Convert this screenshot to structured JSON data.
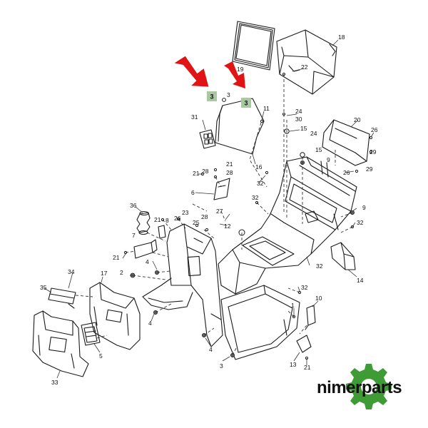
{
  "brand": {
    "name": "nimerparts",
    "gear_color": "#3f9b35",
    "text_color": "#111111"
  },
  "highlight": {
    "arrow_color": "#e01414",
    "tag_color": "#a8c8a0",
    "tags": [
      "3",
      "3"
    ]
  },
  "callouts": [
    "18",
    "19",
    "22",
    "3",
    "11",
    "31",
    "16",
    "24",
    "30",
    "15",
    "24",
    "15",
    "20",
    "26",
    "29",
    "9",
    "26",
    "29",
    "21",
    "28",
    "28",
    "21",
    "32",
    "6",
    "36",
    "21",
    "23",
    "26",
    "25",
    "28",
    "27",
    "12",
    "32",
    "9",
    "32",
    "8",
    "7",
    "21",
    "34",
    "35",
    "17",
    "2",
    "4",
    "4",
    "5",
    "33",
    "4",
    "14",
    "32",
    "32",
    "10",
    "1",
    "13",
    "21",
    "3"
  ]
}
